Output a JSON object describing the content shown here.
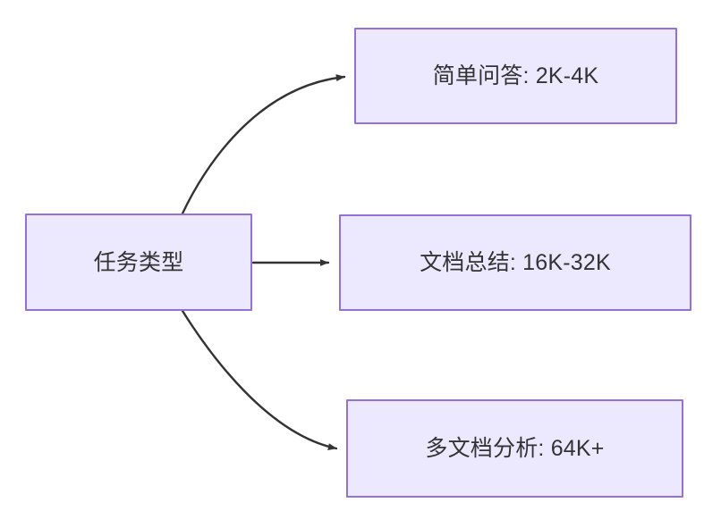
{
  "diagram": {
    "type": "flowchart",
    "direction": "left-to-right",
    "background_color": "#ffffff",
    "node_fill_color": "#ece8fd",
    "node_border_color": "#9370db",
    "text_color": "#333333",
    "edge_color": "#333333",
    "nodes": [
      {
        "id": "source",
        "label": "任务类型",
        "role": "root"
      },
      {
        "id": "simple-qa",
        "label": "简单问答: 2K-4K",
        "role": "leaf"
      },
      {
        "id": "doc-summary",
        "label": "文档总结: 16K-32K",
        "role": "leaf"
      },
      {
        "id": "multi-doc",
        "label": "多文档分析: 64K+",
        "role": "leaf"
      }
    ],
    "edges": [
      {
        "id": "edge-to-simple-qa",
        "from": "source",
        "to": "simple-qa",
        "style": "curved",
        "arrow": "arrowhead-end"
      },
      {
        "id": "edge-to-doc-summary",
        "from": "source",
        "to": "doc-summary",
        "style": "straight",
        "arrow": "arrowhead-end"
      },
      {
        "id": "edge-to-multi-doc",
        "from": "source",
        "to": "multi-doc",
        "style": "curved",
        "arrow": "arrowhead-end"
      }
    ]
  }
}
